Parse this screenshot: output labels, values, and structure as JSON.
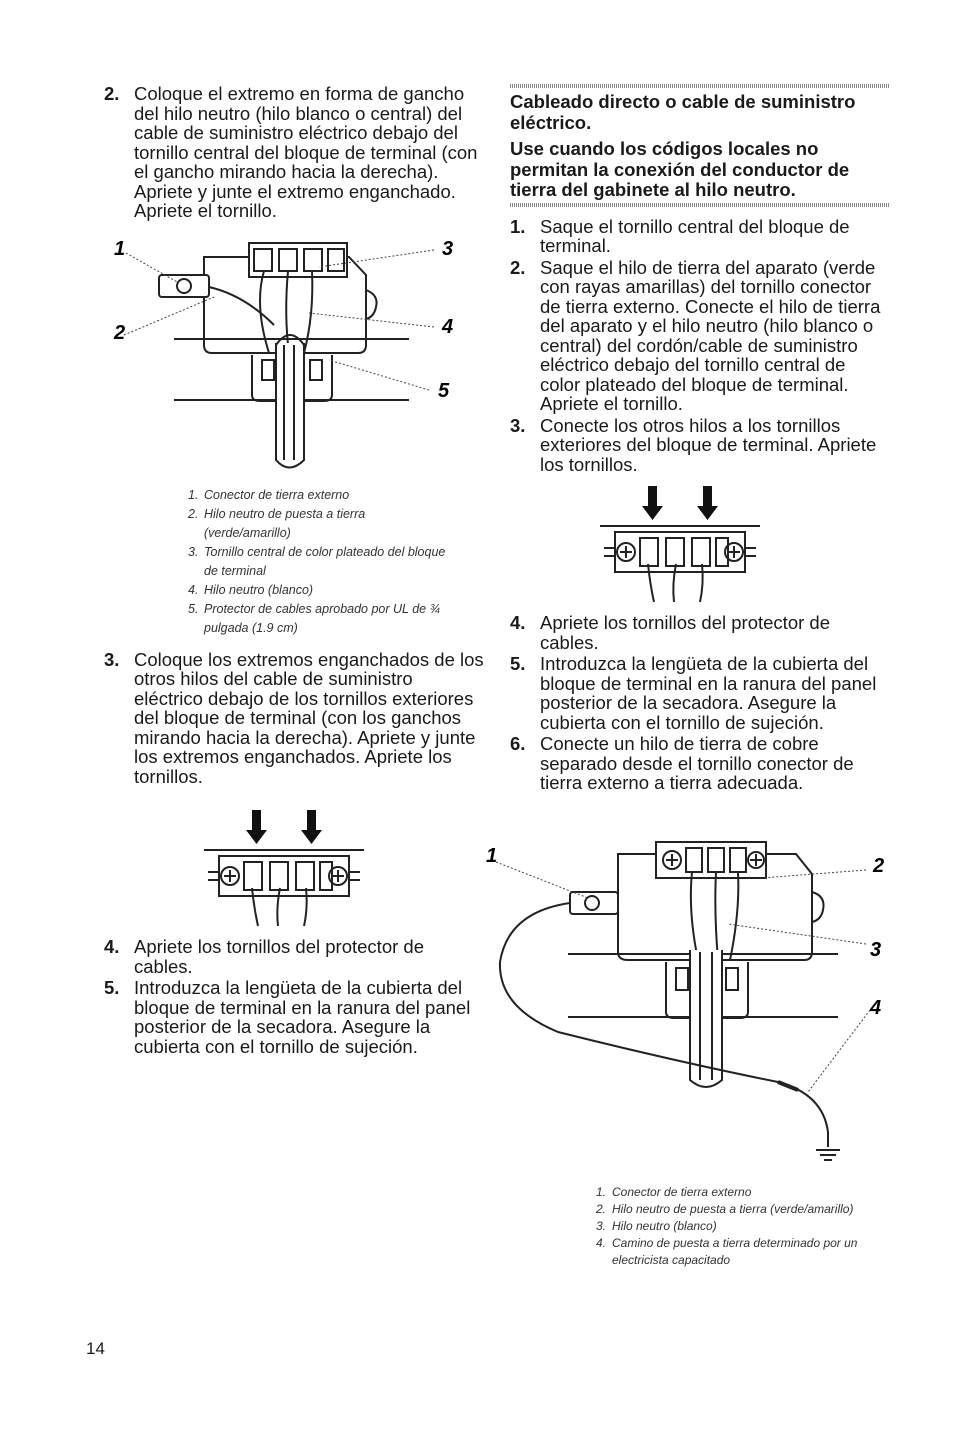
{
  "left": {
    "step_2": {
      "num": "2.",
      "text": "Coloque el extremo en forma de gancho del hilo neutro (hilo blanco o central) del cable de suministro eléctrico debajo del tornillo central del bloque de terminal (con el gancho mirando hacia la derecha). Apriete y junte el extremo enganchado. Apriete el tornillo."
    },
    "figure1": {
      "callouts": [
        "1",
        "2",
        "3",
        "4",
        "5"
      ],
      "captions": [
        {
          "num": "1.",
          "text": "Conector de tierra externo"
        },
        {
          "num": "2.",
          "text": "Hilo neutro de puesta a tierra (verde/amarillo)"
        },
        {
          "num": "3.",
          "text": "Tornillo central de color plateado del bloque de terminal"
        },
        {
          "num": "4.",
          "text": "Hilo neutro (blanco)"
        },
        {
          "num": "5.",
          "text": "Protector de cables aprobado por UL de ¾ pulgada (1.9 cm)"
        }
      ]
    },
    "step_3": {
      "num": "3.",
      "text": "Coloque los extremos enganchados de los otros hilos del cable de suministro eléctrico debajo de los tornillos exteriores del bloque de terminal (con los ganchos mirando hacia la derecha). Apriete y junte los extremos enganchados. Apriete los tornillos."
    },
    "step_4": {
      "num": "4.",
      "text": "Apriete los tornillos del protector de cables."
    },
    "step_5": {
      "num": "5.",
      "text": "Introduzca la lengüeta de la cubierta del bloque de terminal en la ranura del panel posterior de la secadora. Asegure la cubierta con el tornillo de sujeción."
    }
  },
  "right": {
    "heading_1": "Cableado directo o cable de suministro eléctrico.",
    "heading_2": "Use cuando los códigos locales no permitan la conexión del conductor de tierra del gabinete al hilo neutro.",
    "step_1": {
      "num": "1.",
      "text": "Saque el tornillo central del bloque de terminal."
    },
    "step_2": {
      "num": "2.",
      "text": "Saque el hilo de tierra del aparato (verde con rayas amarillas) del tornillo conector de tierra externo. Conecte el hilo de tierra del aparato y el hilo neutro (hilo blanco o central) del cordón/cable de suministro eléctrico debajo del tornillo central de color plateado del bloque de terminal. Apriete el tornillo."
    },
    "step_3": {
      "num": "3.",
      "text": "Conecte los otros hilos a los tornillos exteriores del bloque de terminal. Apriete los tornillos."
    },
    "step_4": {
      "num": "4.",
      "text": "Apriete los tornillos del protector de cables."
    },
    "step_5": {
      "num": "5.",
      "text": "Introduzca la lengüeta de la cubierta del bloque de terminal en la ranura del panel posterior de la secadora. Asegure la cubierta con el tornillo de sujeción."
    },
    "step_6": {
      "num": "6.",
      "text": "Conecte un hilo de tierra de cobre separado desde el tornillo conector de tierra externo a tierra adecuada."
    },
    "figure3": {
      "callouts": [
        "1",
        "2",
        "3",
        "4"
      ],
      "captions": [
        {
          "num": "1.",
          "text": "Conector de tierra externo"
        },
        {
          "num": "2.",
          "text": "Hilo neutro de puesta a tierra (verde/amarillo)"
        },
        {
          "num": "3.",
          "text": "Hilo neutro (blanco)"
        },
        {
          "num": "4.",
          "text": "Camino de puesta a tierra determinado por un electricista capacitado"
        }
      ]
    }
  },
  "page_number": "14"
}
